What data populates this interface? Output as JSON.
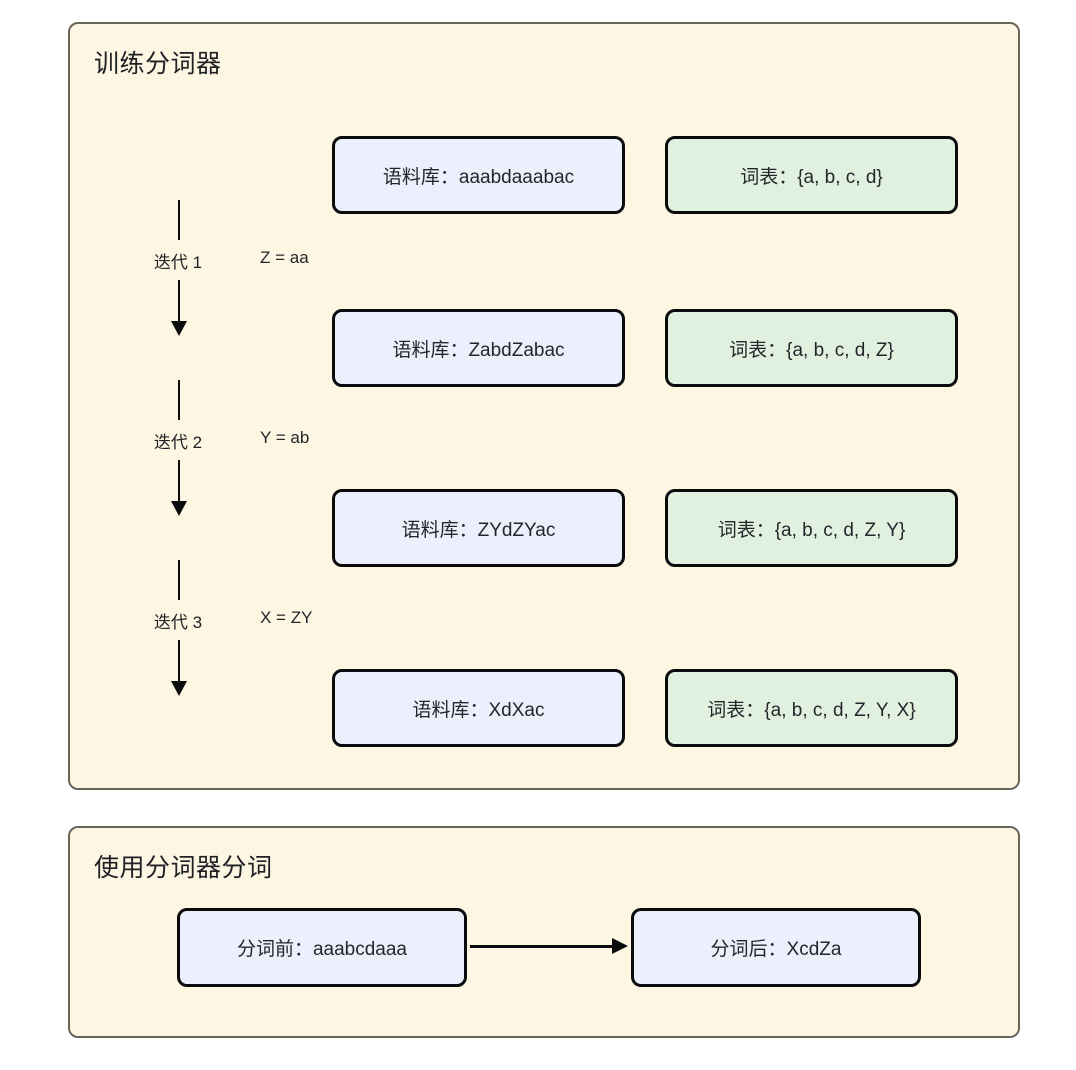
{
  "training": {
    "title": "训练分词器",
    "rows": [
      {
        "corpus": "语料库：aaabdaaabac",
        "vocab": "词表：{a, b, c, d}"
      },
      {
        "corpus": "语料库：ZabdZabac",
        "vocab": "词表：{a, b, c, d, Z}"
      },
      {
        "corpus": "语料库：ZYdZYac",
        "vocab": "词表：{a, b, c, d, Z, Y}"
      },
      {
        "corpus": "语料库：XdXac",
        "vocab": "词表：{a, b, c, d, Z, Y, X}"
      }
    ],
    "iterations": [
      {
        "label": "迭代 1",
        "merge": "Z = aa"
      },
      {
        "label": "迭代 2",
        "merge": "Y = ab"
      },
      {
        "label": "迭代 3",
        "merge": "X = ZY"
      }
    ]
  },
  "apply": {
    "title": "使用分词器分词",
    "before": "分词前：aaabcdaaa",
    "after": "分词后：XcdZa"
  },
  "colors": {
    "panel_bg": "#fdf6e3",
    "panel_border": "#6b6459",
    "corpus_bg": "#ecf0fc",
    "vocab_bg": "#e0f1e0",
    "node_border": "#0b0b0d",
    "text": "#24262b"
  }
}
